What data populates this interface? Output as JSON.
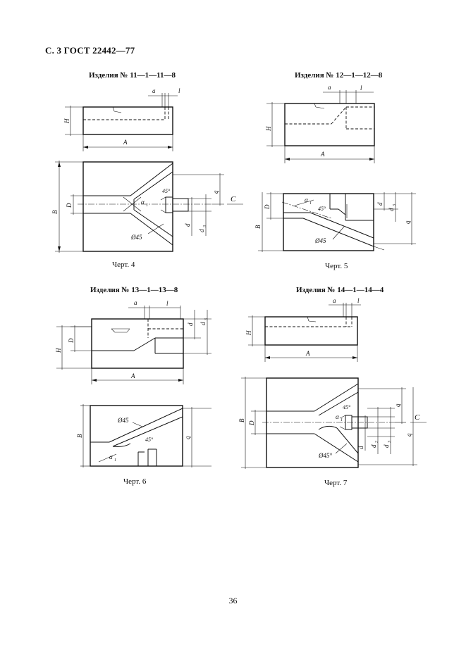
{
  "header": "С. 3 ГОСТ 22442—77",
  "figures": [
    {
      "id": "fig4",
      "title": "Изделия № 11—1—11—8",
      "caption": "Черт. 4"
    },
    {
      "id": "fig5",
      "title": "Изделия № 12—1—12—8",
      "caption": "Черт. 5"
    },
    {
      "id": "fig6",
      "title": "Изделия № 13—1—13—8",
      "caption": "Черт. 6"
    },
    {
      "id": "fig7",
      "title": "Изделия № 14—1—14—4",
      "caption": "Черт. 7"
    }
  ],
  "labels": {
    "a": "a",
    "l": "l",
    "H": "H",
    "A": "A",
    "B": "B",
    "D": "D",
    "q": "q",
    "d": "d",
    "d2": "d",
    "d3": "d",
    "alpha": "α",
    "C": "C",
    "angle45": "45°",
    "dia45": "Ø45",
    "dia45deg": "Ø45°",
    "sub1": "1",
    "sub2": "2",
    "sub3": "3"
  },
  "page_number": "36"
}
